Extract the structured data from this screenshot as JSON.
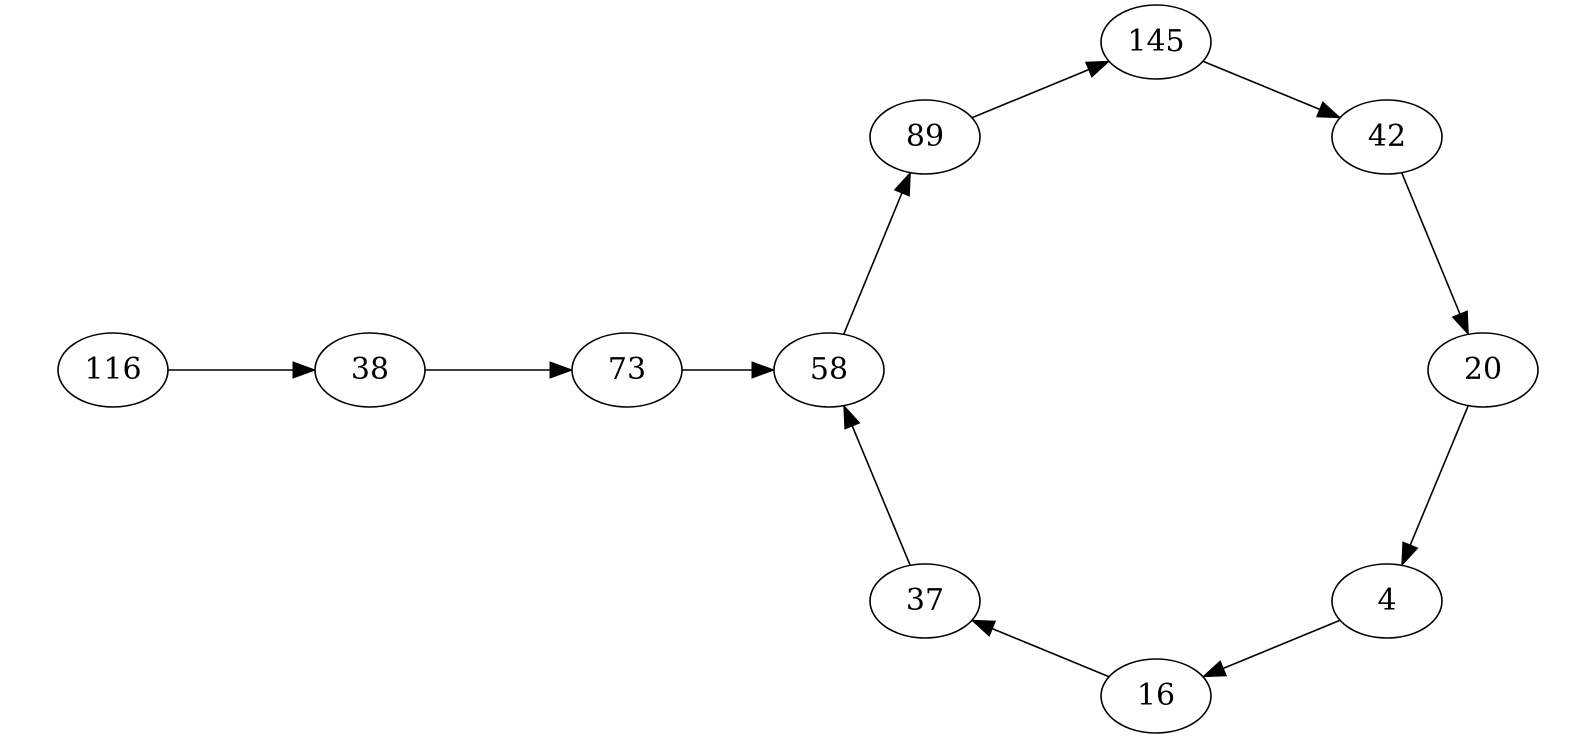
{
  "diagram": {
    "nodes": [
      {
        "id": "n116",
        "label": "116"
      },
      {
        "id": "n38",
        "label": "38"
      },
      {
        "id": "n73",
        "label": "73"
      },
      {
        "id": "n58",
        "label": "58"
      },
      {
        "id": "n89",
        "label": "89"
      },
      {
        "id": "n145",
        "label": "145"
      },
      {
        "id": "n42",
        "label": "42"
      },
      {
        "id": "n20",
        "label": "20"
      },
      {
        "id": "n4",
        "label": "4"
      },
      {
        "id": "n16",
        "label": "16"
      },
      {
        "id": "n37",
        "label": "37"
      }
    ],
    "edges": [
      {
        "from": "n116",
        "to": "n38"
      },
      {
        "from": "n38",
        "to": "n73"
      },
      {
        "from": "n73",
        "to": "n58"
      },
      {
        "from": "n58",
        "to": "n89"
      },
      {
        "from": "n89",
        "to": "n145"
      },
      {
        "from": "n145",
        "to": "n42"
      },
      {
        "from": "n42",
        "to": "n20"
      },
      {
        "from": "n20",
        "to": "n4"
      },
      {
        "from": "n4",
        "to": "n16"
      },
      {
        "from": "n16",
        "to": "n37"
      },
      {
        "from": "n37",
        "to": "n58"
      }
    ]
  }
}
